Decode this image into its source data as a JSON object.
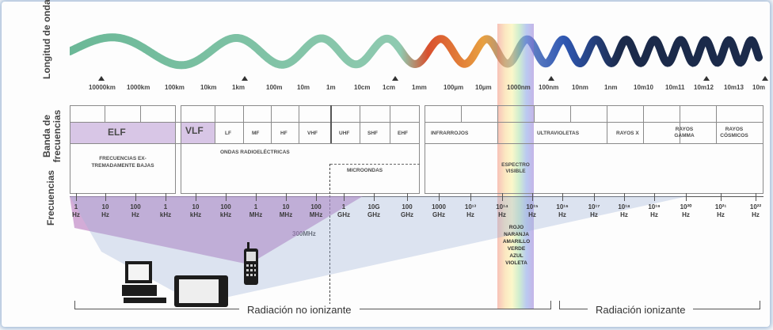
{
  "rows": {
    "wavelength": "Longitud de onda",
    "band": "Banda de frecuencias",
    "frequency": "Frecuencias"
  },
  "wavelengths": [
    "10000km",
    "1000km",
    "100km",
    "10km",
    "1km",
    "100m",
    "10m",
    "1m",
    "10cm",
    "1cm",
    "1mm",
    "100µm",
    "10µm",
    "1000nm",
    "100nm",
    "10nm",
    "1nm",
    "10m10",
    "10m11",
    "10m12",
    "10m13",
    "10m"
  ],
  "bands": {
    "elf": "ELF",
    "vlf": "VLF",
    "lf": "LF",
    "mf": "MF",
    "hf": "HF",
    "vhf": "VHF",
    "uhf": "UHF",
    "shf": "SHF",
    "ehf": "EHF",
    "infrarrojos": "INFRARROJOS",
    "ultravioletas": "ULTRAVIOLETAS",
    "rayos_x": "RAYOS X",
    "rayos_gamma": "RAYOS GAMMA",
    "rayos_cosmicos": "RAYOS CÓSMICOS"
  },
  "groups": {
    "extremely_low": "FRECUENCIAS EX-TREMADAMENTE BAJAS",
    "radio": "ONDAS RADIOELÉCTRICAS",
    "microwave": "MICROONDAS",
    "visible": "ESPECTRO VISIBLE"
  },
  "frequencies": [
    {
      "v": "1",
      "u": "Hz"
    },
    {
      "v": "10",
      "u": "Hz"
    },
    {
      "v": "100",
      "u": "Hz"
    },
    {
      "v": "1",
      "u": "kHz"
    },
    {
      "v": "10",
      "u": "kHz"
    },
    {
      "v": "100",
      "u": "kHz"
    },
    {
      "v": "1",
      "u": "MHz"
    },
    {
      "v": "10",
      "u": "MHz"
    },
    {
      "v": "100",
      "u": "MHz"
    },
    {
      "v": "1",
      "u": "GHz"
    },
    {
      "v": "10G",
      "u": "GHz"
    },
    {
      "v": "100",
      "u": "GHz"
    },
    {
      "v": "1000",
      "u": "GHz"
    },
    {
      "v": "10¹³",
      "u": "Hz"
    },
    {
      "v": "10¹⁴",
      "u": "Hz"
    },
    {
      "v": "10¹⁵",
      "u": "Hz"
    },
    {
      "v": "10¹⁶",
      "u": "Hz"
    },
    {
      "v": "10¹⁷",
      "u": "Hz"
    },
    {
      "v": "10¹⁸",
      "u": "Hz"
    },
    {
      "v": "10¹⁹",
      "u": "Hz"
    },
    {
      "v": "10²⁰",
      "u": "Hz"
    },
    {
      "v": "10²¹",
      "u": "Hz"
    },
    {
      "v": "10²²",
      "u": "Hz"
    }
  ],
  "marker_300mhz": "300MHz",
  "colors_list": [
    "ROJO",
    "NARANJA",
    "AMARILLO",
    "VERDE",
    "AZUL",
    "VIOLETA"
  ],
  "footer": {
    "non_ionizing": "Radiación no ionizante",
    "ionizing": "Radiación ionizante"
  },
  "palette": {
    "elf_fill": "#d8c6e6",
    "violet_fan": "#b06ab8",
    "blue_fan": "#9fb3d8",
    "wave_green": "#7fbf9f",
    "wave_red": "#d9502e",
    "wave_blue": "#3b63b8"
  }
}
